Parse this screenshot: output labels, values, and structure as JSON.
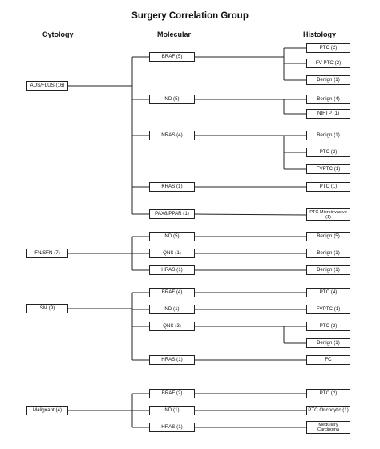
{
  "title": "Surgery Correlation Group",
  "headers": {
    "cytology": "Cytology",
    "molecular": "Molecular",
    "histology": "Histology"
  },
  "cytology": [
    {
      "id": "aus",
      "label": "AUS/FLUS (16)"
    },
    {
      "id": "fn",
      "label": "FN/SFN (7)"
    },
    {
      "id": "sm",
      "label": "SM (9)"
    },
    {
      "id": "mal",
      "label": "Malignant (4)"
    }
  ],
  "molecular": [
    {
      "id": "m1",
      "parent": "aus",
      "label": "BRAF (5)"
    },
    {
      "id": "m2",
      "parent": "aus",
      "label": "ND (5)"
    },
    {
      "id": "m3",
      "parent": "aus",
      "label": "NRAS (4)"
    },
    {
      "id": "m4",
      "parent": "aus",
      "label": "KRAS (1)"
    },
    {
      "id": "m5",
      "parent": "aus",
      "label": "PAX8/PPAR (1)"
    },
    {
      "id": "m6",
      "parent": "fn",
      "label": "ND (5)"
    },
    {
      "id": "m7",
      "parent": "fn",
      "label": "QNS (1)"
    },
    {
      "id": "m8",
      "parent": "fn",
      "label": "HRAS (1)"
    },
    {
      "id": "m9",
      "parent": "sm",
      "label": "BRAF (4)"
    },
    {
      "id": "m10",
      "parent": "sm",
      "label": "ND (1)"
    },
    {
      "id": "m11",
      "parent": "sm",
      "label": "QNS (3)"
    },
    {
      "id": "m12",
      "parent": "sm",
      "label": "HRAS (1)"
    },
    {
      "id": "m13",
      "parent": "mal",
      "label": "BRAF (2)"
    },
    {
      "id": "m14",
      "parent": "mal",
      "label": "ND (1)"
    },
    {
      "id": "m15",
      "parent": "mal",
      "label": "HRAS (1)"
    }
  ],
  "histology": [
    {
      "parent": "m1",
      "label": "PTC (2)"
    },
    {
      "parent": "m1",
      "label": "FV PTC (2)"
    },
    {
      "parent": "m1",
      "label": "Benign (1)"
    },
    {
      "parent": "m2",
      "label": "Benign (4)"
    },
    {
      "parent": "m2",
      "label": "NIFTP (1)"
    },
    {
      "parent": "m3",
      "label": "Benign (1)"
    },
    {
      "parent": "m3",
      "label": "PTC (2)"
    },
    {
      "parent": "m3",
      "label": "FVPTC (1)"
    },
    {
      "parent": "m4",
      "label": "PTC (1)"
    },
    {
      "parent": "m5",
      "label": "PTC Microinvasive (1)",
      "lines": [
        "PTC",
        "Microinvasive (1)"
      ]
    },
    {
      "parent": "m6",
      "label": "Benign (5)"
    },
    {
      "parent": "m7",
      "label": "Benign (1)"
    },
    {
      "parent": "m8",
      "label": "Benign (1)"
    },
    {
      "parent": "m9",
      "label": "PTC (4)"
    },
    {
      "parent": "m10",
      "label": "FVPTC (1)"
    },
    {
      "parent": "m11",
      "label": "PTC (2)"
    },
    {
      "parent": "m11",
      "label": "Benign (1)"
    },
    {
      "parent": "m12",
      "label": "FC"
    },
    {
      "parent": "m13",
      "label": "PTC (2)"
    },
    {
      "parent": "m14",
      "label": "PTC Oncocytic (1)"
    },
    {
      "parent": "m15",
      "label": "Medullary Carcinoma",
      "lines": [
        "Medullary",
        "Carcinoma"
      ]
    }
  ]
}
